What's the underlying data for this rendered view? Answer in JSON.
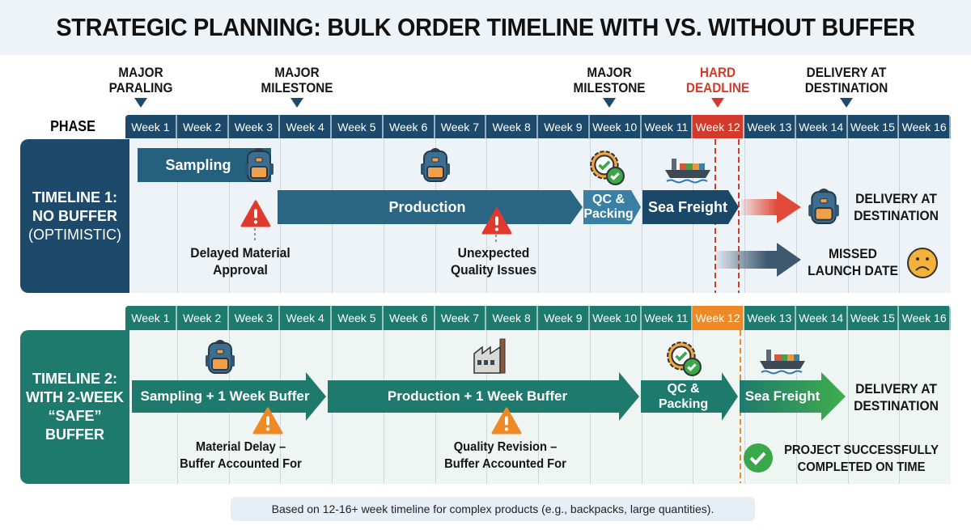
{
  "title": "STRATEGIC PLANNING: BULK ORDER TIMELINE WITH VS. WITHOUT BUFFER",
  "milestones": [
    {
      "line1": "MAJOR",
      "line2": "PARALING"
    },
    {
      "line1": "MAJOR",
      "line2": "MILESTONE"
    },
    {
      "line1": "MAJOR",
      "line2": "MILESTONE"
    },
    {
      "line1": "HARD",
      "line2": "DEADLINE"
    },
    {
      "line1": "DELIVERY AT",
      "line2": "DESTINATION"
    }
  ],
  "phase_label": "PHASE",
  "weeks": [
    "Week 1",
    "Week 2",
    "Week 3",
    "Week 4",
    "Week 5",
    "Week 6",
    "Week 7",
    "Week 8",
    "Week 9",
    "Week 10",
    "Week 11",
    "Week 12",
    "Week 13",
    "Week 14",
    "Week 15",
    "Week 16"
  ],
  "timeline1": {
    "label1": "TIMELINE 1:",
    "label2": "NO BUFFER",
    "label3": "(OPTIMISTIC)",
    "sampling": "Sampling",
    "production": "Production",
    "qc1": "QC &",
    "qc2": "Packing",
    "freight": "Sea Freight",
    "delivery1": "DELIVERY AT",
    "delivery2": "DESTINATION",
    "missed1": "MISSED",
    "missed2": "LAUNCH DATE",
    "risk1a": "Delayed Material",
    "risk1b": "Approval",
    "risk2a": "Unexpected",
    "risk2b": "Quality Issues"
  },
  "timeline2": {
    "label1": "TIMELINE 2:",
    "label2": "WITH 2-WEEK",
    "label3": "“SAFE”",
    "label4": "BUFFER",
    "sampling": "Sampling + 1 Week Buffer",
    "production": "Production + 1 Week Buffer",
    "qc1": "QC &",
    "qc2": "Packing",
    "freight": "Sea Freight",
    "delivery1": "DELIVERY AT",
    "delivery2": "DESTINATION",
    "risk1a": "Material Delay –",
    "risk1b": "Buffer Accounted For",
    "risk2a": "Quality Revision –",
    "risk2b": "Buffer Accounted For",
    "success1": "PROJECT SUCCESSFULLY",
    "success2": "COMPLETED ON TIME"
  },
  "footer": "Based on 12-16+ week timeline for complex products (e.g., backpacks, large quantities).",
  "colors": {
    "navy": "#1d4a6b",
    "blue": "#2a6584",
    "teal": "#1f7a6e",
    "red": "#d33a2c",
    "orange": "#ee8a25",
    "green": "#3aa84a"
  }
}
